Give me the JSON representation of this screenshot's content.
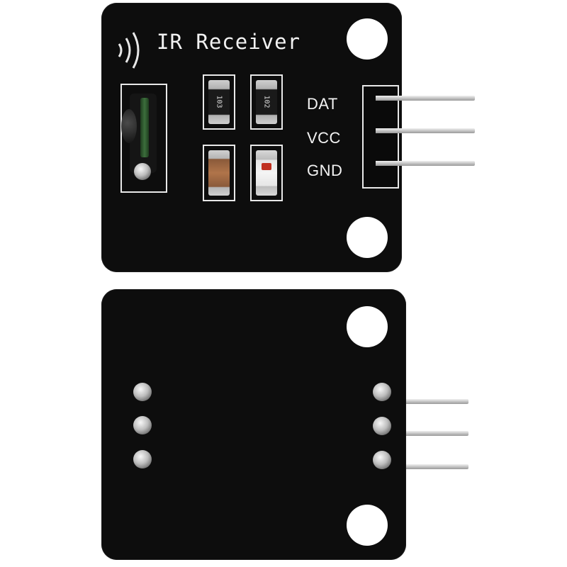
{
  "front": {
    "title": "IR Receiver",
    "pins": [
      "DAT",
      "VCC",
      "GND"
    ],
    "resistor_1": "103",
    "resistor_2": "102"
  },
  "colors": {
    "pcb": "#0d0d0d",
    "silkscreen": "#e8e8e8",
    "pin": "#c8c8c8",
    "background": "#ffffff"
  }
}
